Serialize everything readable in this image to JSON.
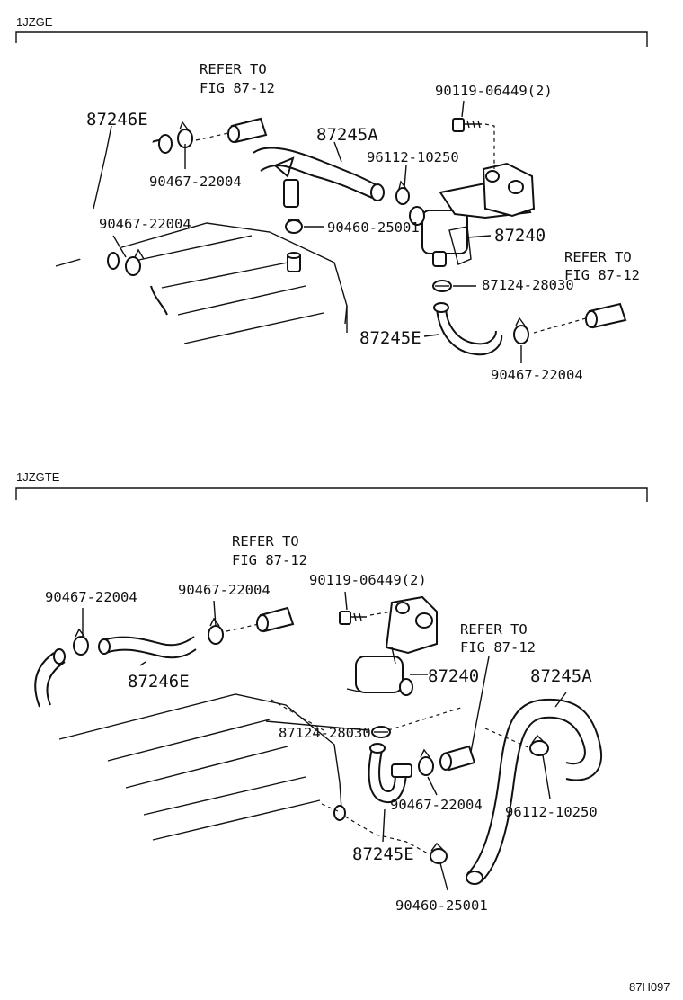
{
  "sections": [
    {
      "header": "1JZGE",
      "labels": {
        "refer_a_1": "REFER TO",
        "refer_a_2": "FIG 87-12",
        "p_90119": "90119-06449(2)",
        "p_87246e": "87246E",
        "p_87245a": "87245A",
        "p_96112": "96112-10250",
        "p_90467_a": "90467-22004",
        "p_90467_b": "90467-22004",
        "p_90460": "90460-25001",
        "p_87240": "87240",
        "refer_b_1": "REFER TO",
        "refer_b_2": "FIG 87-12",
        "p_87124": "87124-28030",
        "p_87245e": "87245E",
        "p_90467_c": "90467-22004"
      }
    },
    {
      "header": "1JZGTE",
      "labels": {
        "refer_a_1": "REFER TO",
        "refer_a_2": "FIG 87-12",
        "p_90119": "90119-06449(2)",
        "p_90467_a": "90467-22004",
        "p_90467_b": "90467-22004",
        "refer_b_1": "REFER TO",
        "refer_b_2": "FIG 87-12",
        "p_87246e": "87246E",
        "p_87240": "87240",
        "p_87245a": "87245A",
        "p_87124": "87124-28030",
        "p_90467_c": "90467-22004",
        "p_96112": "96112-10250",
        "p_87245e": "87245E",
        "p_90460": "90460-25001"
      }
    }
  ],
  "figure_code": "87H097"
}
